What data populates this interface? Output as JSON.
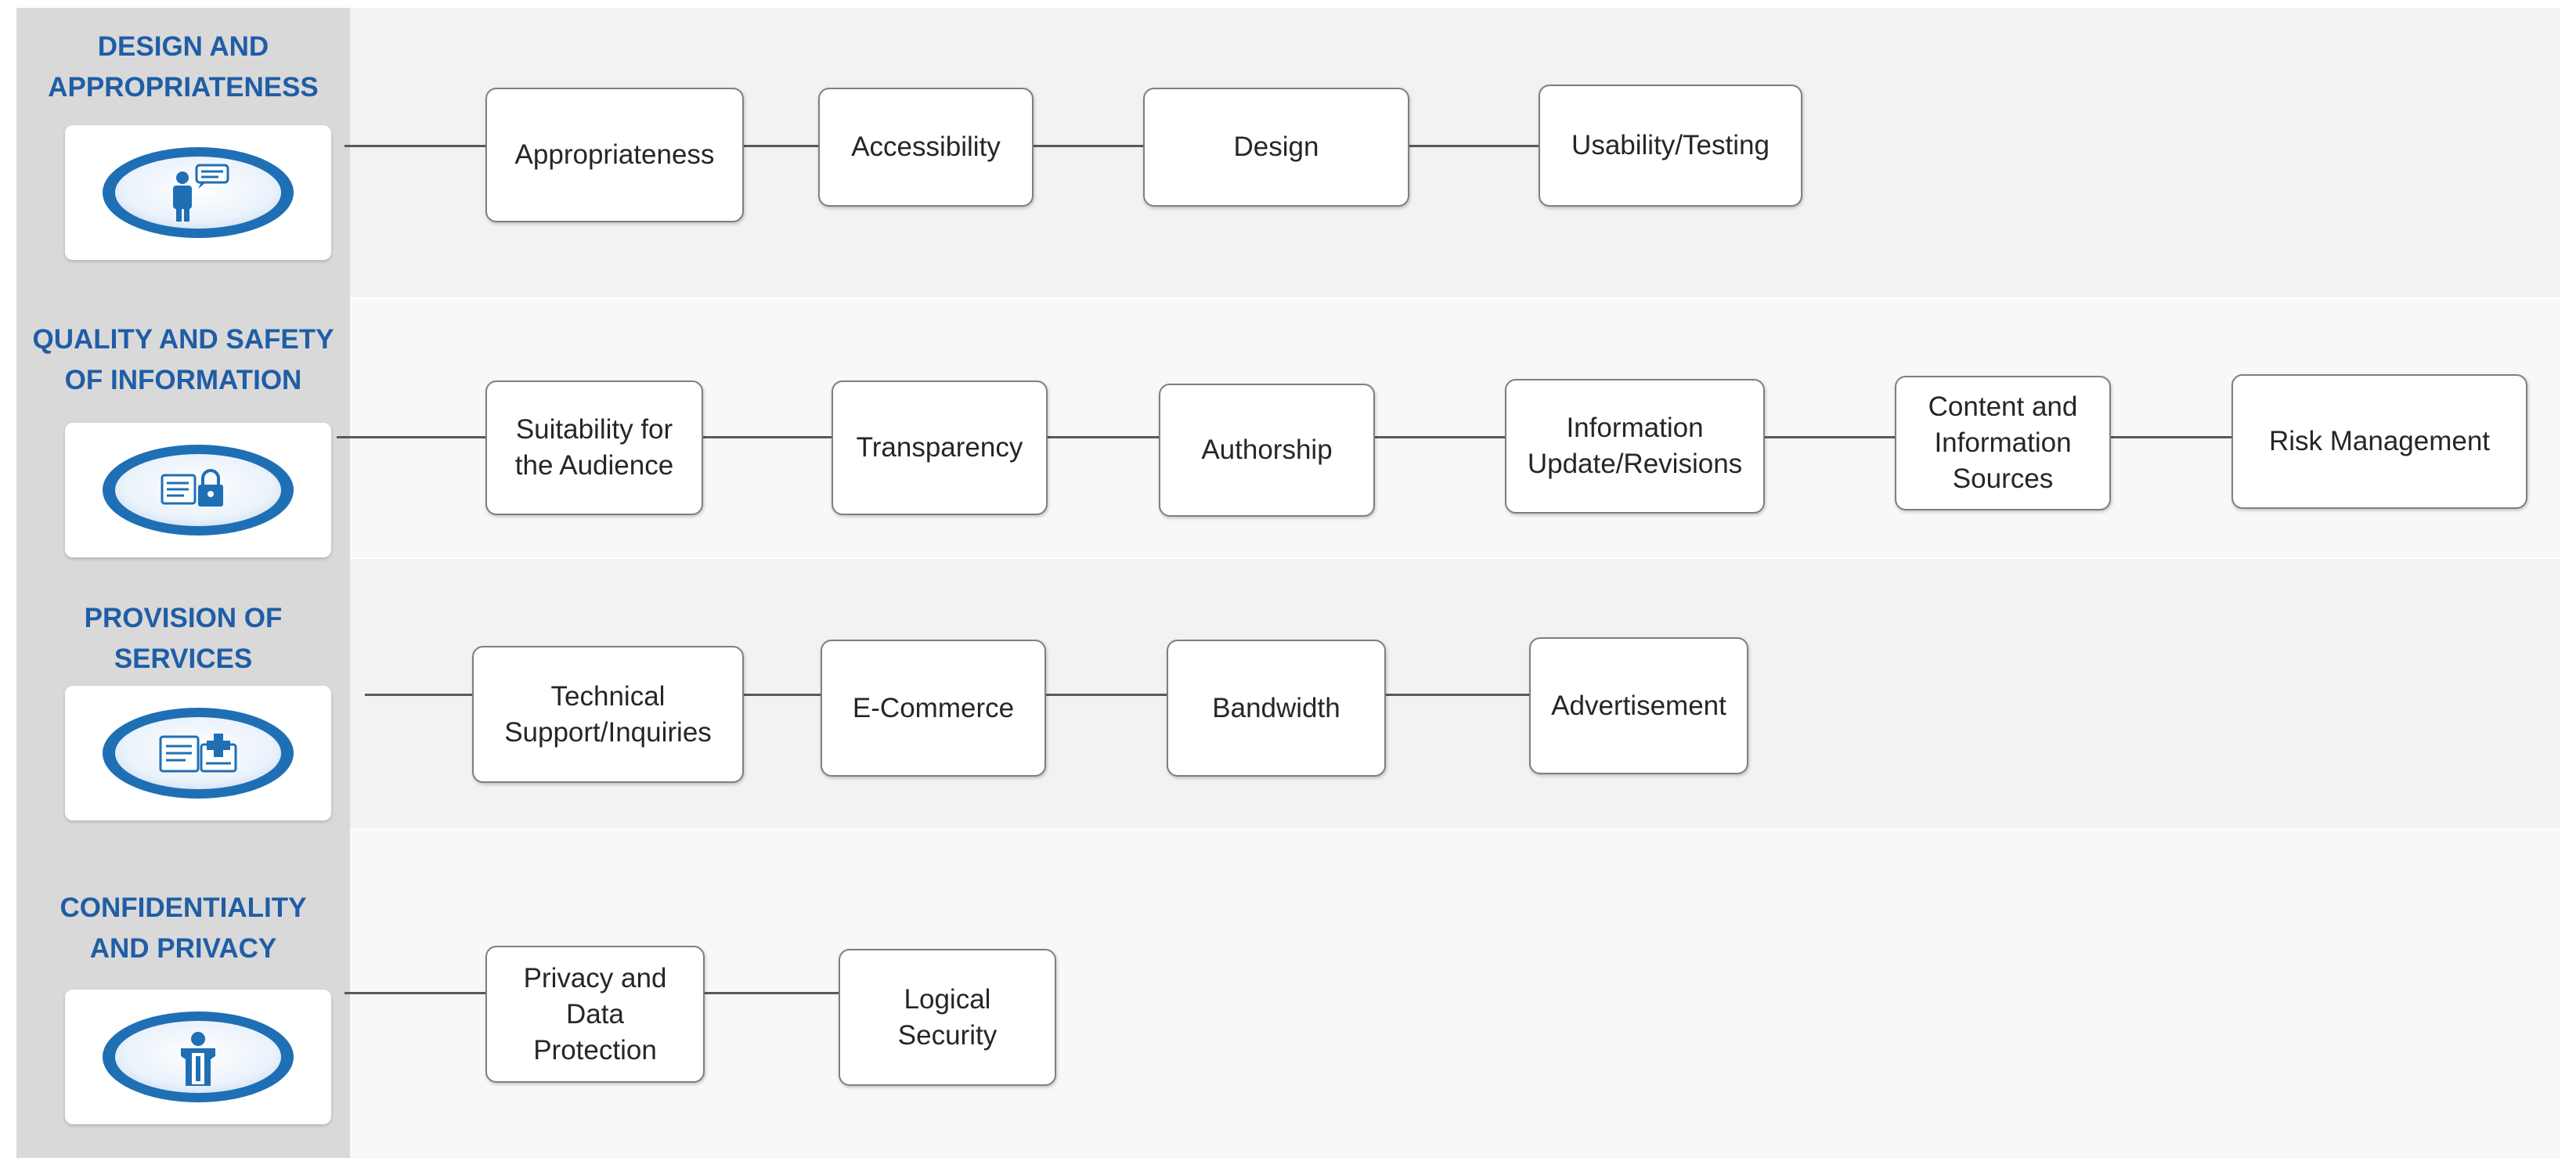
{
  "colors": {
    "title": "#1f5da6",
    "sidebar": "#d9d9d9",
    "band_a": "#f2f2f2",
    "band_b": "#f8f8f8",
    "connector": "#595959",
    "box_border": "#7f7f7f",
    "icon_blue": "#1f6fb5"
  },
  "categories": [
    {
      "title": "DESIGN AND\nAPPROPRIATENESS",
      "icon": "person-with-speech-bubble-icon",
      "items": [
        "Appropriateness",
        "Accessibility",
        "Design",
        "Usability/Testing"
      ]
    },
    {
      "title": "QUALITY  AND SAFETY\nOF INFORMATION",
      "icon": "document-with-lock-icon",
      "items": [
        "Suitability for\nthe Audience",
        "Transparency",
        "Authorship",
        "Information\nUpdate/Revisions",
        "Content and\nInformation\nSources",
        "Risk Management"
      ]
    },
    {
      "title": "PROVISION OF\nSERVICES",
      "icon": "document-with-medical-bag-icon",
      "items": [
        "Technical\nSupport/Inquiries",
        "E-Commerce",
        "Bandwidth",
        "Advertisement"
      ]
    },
    {
      "title": "CONFIDENTIALITY\nAND PRIVACY",
      "icon": "person-with-shield-icon",
      "items": [
        "Privacy and\nData\nProtection",
        "Logical\nSecurity"
      ]
    }
  ]
}
